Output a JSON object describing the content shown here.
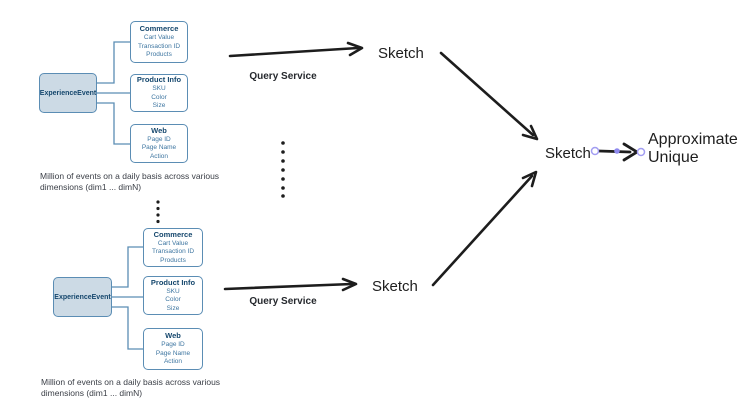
{
  "diagram": {
    "groups": [
      {
        "entity_label": "ExperienceEvent",
        "boxes": [
          {
            "title": "Commerce",
            "items": [
              "Cart Value",
              "Transaction ID",
              "Products"
            ]
          },
          {
            "title": "Product Info",
            "items": [
              "SKU",
              "Color",
              "Size"
            ]
          },
          {
            "title": "Web",
            "items": [
              "Page ID",
              "Page Name",
              "Action"
            ]
          }
        ],
        "caption_line1": "Million of events on a daily basis across various",
        "caption_line2": "dimensions (dim1 ... dimN)"
      },
      {
        "entity_label": "ExperienceEvent",
        "boxes": [
          {
            "title": "Commerce",
            "items": [
              "Cart Value",
              "Transaction ID",
              "Products"
            ]
          },
          {
            "title": "Product Info",
            "items": [
              "SKU",
              "Color",
              "Size"
            ]
          },
          {
            "title": "Web",
            "items": [
              "Page ID",
              "Page Name",
              "Action"
            ]
          }
        ],
        "caption_line1": "Million of events on a daily basis across various",
        "caption_line2": "dimensions (dim1 ... dimN)"
      }
    ],
    "flow": {
      "query_service_top": "Query Service",
      "query_service_bottom": "Query Service",
      "sketch_top": "Sketch",
      "sketch_bottom": "Sketch",
      "sketch_merged": "Sketch",
      "result_line1": "Approximate",
      "result_line2": "Unique"
    },
    "colors": {
      "background": "#ffffff",
      "box_border": "#5b8db4",
      "box_title_text": "#15476d",
      "box_item_text": "#3e76a1",
      "entity_fill": "#ccdae5",
      "arrow": "#1d1d1d",
      "selection_handle": "#a29df2",
      "caption_text": "#3a3e46"
    }
  }
}
